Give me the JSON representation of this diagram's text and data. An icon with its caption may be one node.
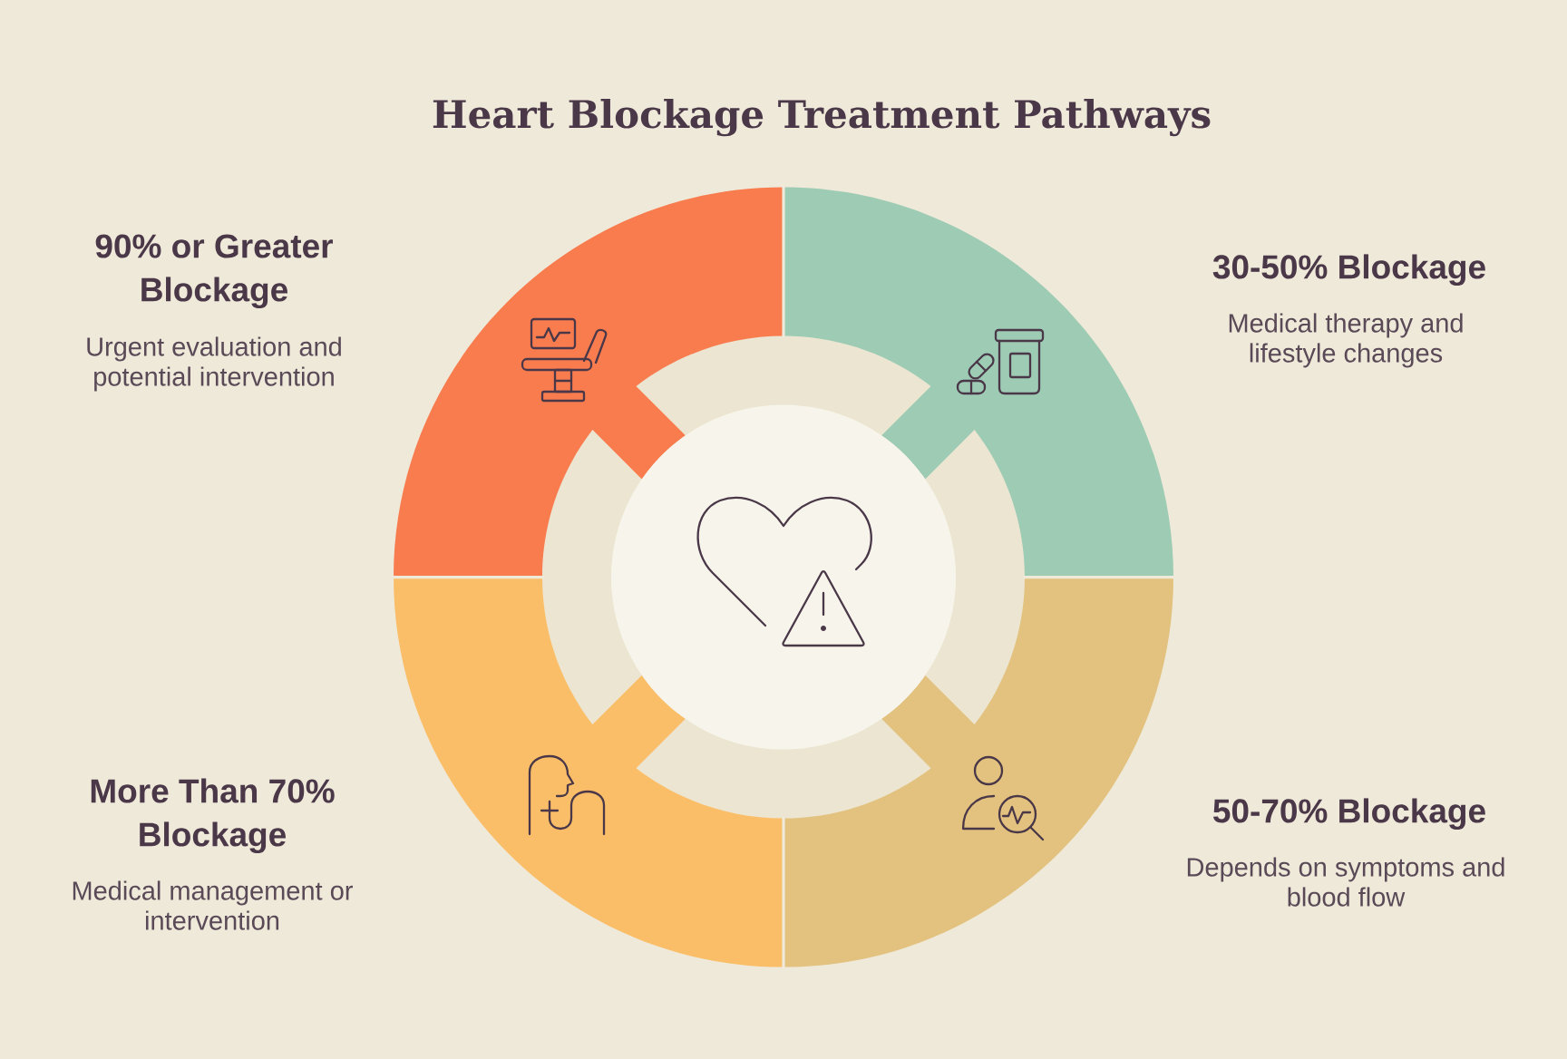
{
  "diagram": {
    "title": "Heart Blockage Treatment Pathways",
    "nodes": [
      {
        "text": [
          "90% or Greater Blockage",
          "Urgent evaluation and potential intervention"
        ]
      },
      {
        "text": [
          "30-50% Blockage",
          "Medical therapy and lifestyle changes"
        ]
      },
      {
        "text": [
          "More Than 70% Blockage",
          "Medical management or intervention"
        ]
      },
      {
        "text": [
          "50-70% Blockage",
          "Depends on symptoms and blood flow"
        ]
      }
    ]
  }
}
